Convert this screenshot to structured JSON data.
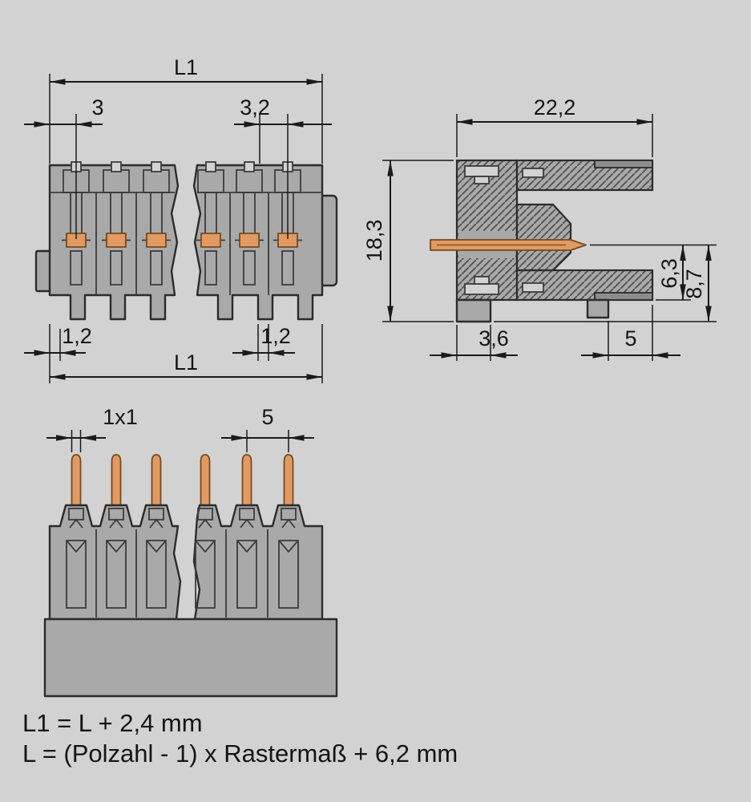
{
  "colors": {
    "bg": "#d2d2d2",
    "body": "#a9a9a9",
    "line": "#2b2b2b",
    "dim": "#1a1a1a",
    "pin": "#e09a62",
    "pin_edge": "#774a1e"
  },
  "front_view": {
    "l1_top": "L1",
    "dim_3": "3",
    "dim_3_2": "3,2",
    "dim_1_2_left": "1,2",
    "dim_1_2_right": "1,2",
    "l1_bottom": "L1"
  },
  "side_view": {
    "dim_22_2": "22,2",
    "dim_18_3": "18,3",
    "dim_6_3": "6,3",
    "dim_8_7": "8,7",
    "dim_3_6": "3,6",
    "dim_5": "5"
  },
  "pin_view": {
    "dim_1x1": "1x1",
    "dim_5": "5"
  },
  "formulas": {
    "line1": "L1 = L + 2,4 mm",
    "line2": "L = (Polzahl - 1) x Rastermaß + 6,2 mm"
  }
}
